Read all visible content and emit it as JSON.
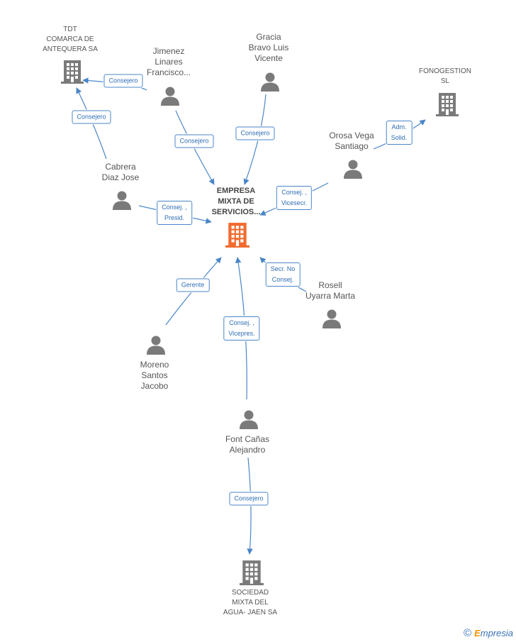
{
  "colors": {
    "edge": "#4a86c8",
    "person": "#7a7a7a",
    "company": "#7a7a7a",
    "main_company": "#f26a2e"
  },
  "nodes": {
    "main": {
      "label": "EMPRESA\nMIXTA DE\nSERVICIOS..."
    },
    "tdt": {
      "label": "TDT\nCOMARCA DE\nANTEQUERA SA"
    },
    "jimenez": {
      "label": "Jimenez\nLinares\nFrancisco..."
    },
    "gracia": {
      "label": "Gracia\nBravo Luis\nVicente"
    },
    "fonogestion": {
      "label": "FONOGESTION\nSL"
    },
    "orosa": {
      "label": "Orosa Vega\nSantiago"
    },
    "cabrera": {
      "label": "Cabrera\nDiaz Jose"
    },
    "rosell": {
      "label": "Rosell\nUyarra Marta"
    },
    "moreno": {
      "label": "Moreno\nSantos\nJacobo"
    },
    "font": {
      "label": "Font Cañas\nAlejandro"
    },
    "sociedad": {
      "label": "SOCIEDAD\nMIXTA DEL\nAGUA- JAEN SA"
    }
  },
  "edges": {
    "jimenez_tdt": "Consejero",
    "cabrera_tdt": "Consejero",
    "jimenez_main": "Consejero",
    "gracia_main": "Consejero",
    "orosa_fono": "Adm.\nSolid.",
    "orosa_main": "Consej. ,\nVicesecr.",
    "cabrera_main": "Consej. ,\nPresid.",
    "rosell_main": "Secr.  No\nConsej.",
    "moreno_main": "Gerente",
    "font_main": "Consej. ,\nVicepres.",
    "font_sociedad": "Consejero"
  },
  "footer": {
    "copyright_symbol": "©",
    "brand_initial": "E",
    "brand_rest": "mpresia"
  }
}
